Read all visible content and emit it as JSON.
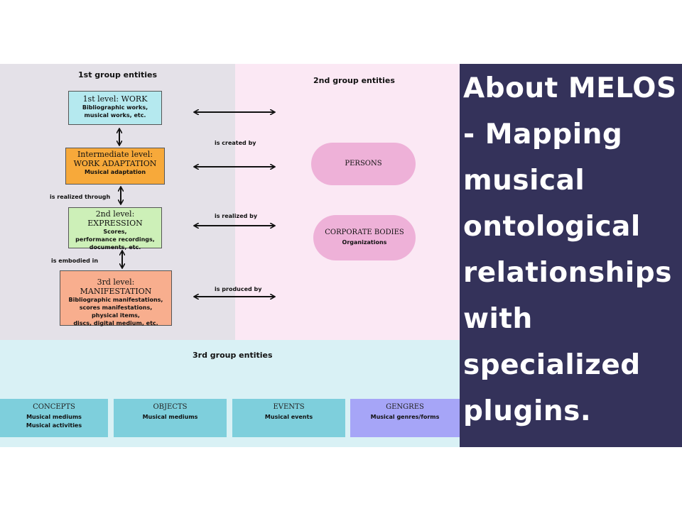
{
  "group1": {
    "heading": "1st group entities",
    "boxes": [
      {
        "title": "1st level: WORK",
        "subtitle": "Bibliographic works,\nmusical works, etc.",
        "color": "#b5e9ef"
      },
      {
        "title": "Intermediate level:\nWORK ADAPTATION",
        "subtitle": "Musical adaptation",
        "color": "#f7a93a"
      },
      {
        "title": "2nd level: EXPRESSION",
        "subtitle": "Scores,\nperformance recordings,\ndocuments, etc.",
        "color": "#cdf0b8"
      },
      {
        "title": "3rd level: MANIFESTATION",
        "subtitle": "Bibliographic manifestations,\nscores manifestations,\nphysical items,\ndiscs, digital medium, etc.",
        "color": "#f8ae8e"
      }
    ],
    "relations": [
      "is realized through",
      "is embodied in"
    ]
  },
  "group2": {
    "heading": "2nd group entities",
    "relations": [
      "is created by",
      "is realized by",
      "is produced by"
    ],
    "pills": [
      {
        "title": "PERSONS",
        "subtitle": ""
      },
      {
        "title": "CORPORATE BODIES",
        "subtitle": "Organizations"
      }
    ]
  },
  "group3": {
    "heading": "3rd group entities",
    "boxes": [
      {
        "title": "CONCEPTS",
        "subtitle": "Musical mediums\nMusical activities",
        "color": "#7ecfdc"
      },
      {
        "title": "OBJECTS",
        "subtitle": "Musical mediums",
        "color": "#7ecfdc"
      },
      {
        "title": "EVENTS",
        "subtitle": "Musical events",
        "color": "#7ecfdc"
      },
      {
        "title": "GENGRES",
        "subtitle": "Musical genres/forms",
        "color": "#a6a5f7"
      }
    ]
  },
  "side": {
    "text": "About MELOS - Mapping musical ontological relationships with specialized plugins."
  }
}
